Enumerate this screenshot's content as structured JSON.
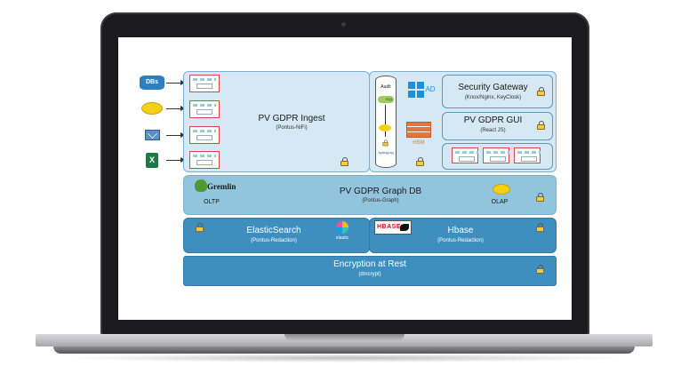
{
  "ingest": {
    "title": "PV GDPR Ingest",
    "subtitle": "(Pontus-NiFi)"
  },
  "sources": {
    "dbs_label": "DBs"
  },
  "audit": {
    "label": "Audit",
    "sql_label": "SQL",
    "syslog_label": "syslog-ng"
  },
  "ad_label": "AD",
  "hsm_label": "HSM",
  "security_gateway": {
    "title": "Security Gateway",
    "subtitle": "(Knox/Nginx, KeyClosk)"
  },
  "gui": {
    "title": "PV GDPR GUI",
    "subtitle": "(React JS)"
  },
  "graph": {
    "title": "PV GDPR Graph DB",
    "subtitle": "(Pontus-Graph)",
    "gremlin_label": "Gremlin",
    "oltp_label": "OLTP",
    "olap_label": "OLAP"
  },
  "elastic": {
    "title": "ElasticSearch",
    "subtitle": "(Pontus-Redaction)",
    "logo_label": "elastic"
  },
  "hbase": {
    "title": "Hbase",
    "subtitle": "(Pontus-Redaction)",
    "logo_label": "HBASE"
  },
  "encryption": {
    "title": "Encryption at Rest",
    "subtitle": "(dmcrypt)"
  },
  "colors": {
    "light_panel": "#d5e8f3",
    "mid_panel": "#93c4de",
    "dark_panel": "#3e8fbf",
    "lock": "#f2c94c"
  }
}
